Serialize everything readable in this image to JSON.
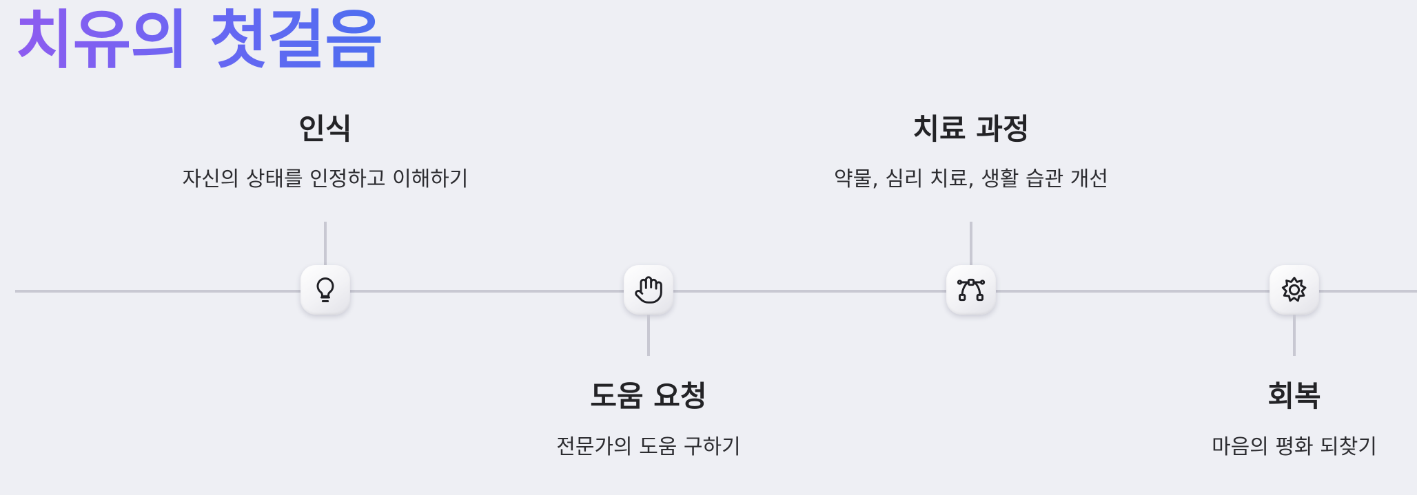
{
  "title": "치유의 첫걸음",
  "steps": [
    {
      "label": "인식",
      "description": "자신의 상태를 인정하고 이해하기",
      "icon": "lightbulb-icon",
      "position": "above"
    },
    {
      "label": "도움 요청",
      "description": "전문가의 도움 구하기",
      "icon": "hand-icon",
      "position": "below"
    },
    {
      "label": "치료 과정",
      "description": "약물, 심리 치료, 생활 습관 개선",
      "icon": "bezier-path-icon",
      "position": "above"
    },
    {
      "label": "회복",
      "description": "마음의 평화 되찾기",
      "icon": "sun-gear-icon",
      "position": "below"
    }
  ],
  "colors": {
    "background": "#eeeff4",
    "title_gradient_start": "#8e5cf0",
    "title_gradient_end": "#4d6ef0",
    "line": "#c8c8d2",
    "text": "#232326"
  }
}
